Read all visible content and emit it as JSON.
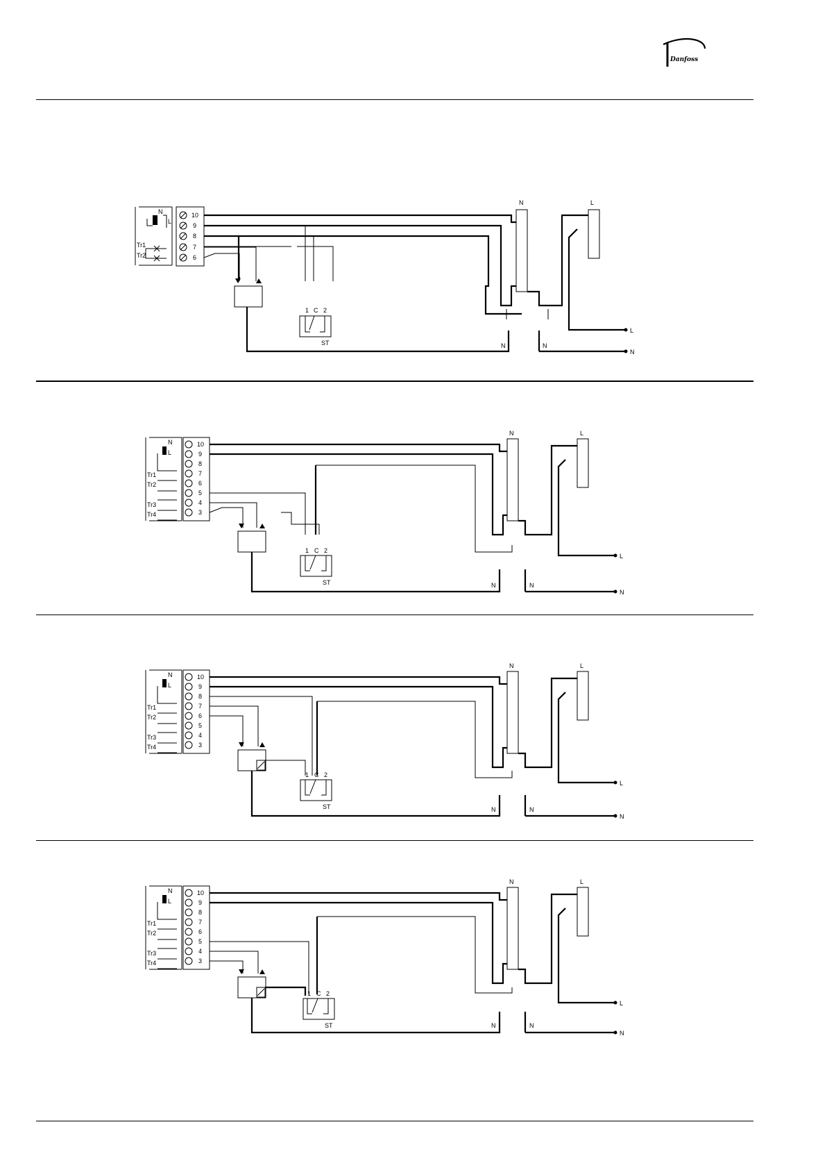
{
  "brand": {
    "logo_text": "Danfoss"
  },
  "diagram_1": {
    "side_labels": [
      "N",
      "L",
      "Tr1",
      "Tr2"
    ],
    "terminals": [
      "10",
      "9",
      "8",
      "7",
      "6"
    ],
    "bus_n_label": "N",
    "bus_l_label": "L",
    "switch_pins": [
      "1",
      "C",
      "2"
    ],
    "switch_label": "ST",
    "neutral_tag": "N",
    "neutral_tag_2": "N",
    "supply_l": "L",
    "supply_n": "N"
  },
  "diagram_2": {
    "side_labels": [
      "N",
      "L",
      "Tr1",
      "Tr2",
      "Tr3",
      "Tr4"
    ],
    "terminals": [
      "10",
      "9",
      "8",
      "7",
      "6",
      "5",
      "4",
      "3"
    ],
    "bus_n_label": "N",
    "bus_l_label": "L",
    "switch_pins": [
      "1",
      "C",
      "2"
    ],
    "switch_label": "ST",
    "neutral_tag": "N",
    "neutral_tag_2": "N",
    "supply_l": "L",
    "supply_n": "N"
  },
  "diagram_3": {
    "side_labels": [
      "N",
      "L",
      "Tr1",
      "Tr2",
      "Tr3",
      "Tr4"
    ],
    "terminals": [
      "10",
      "9",
      "8",
      "7",
      "6",
      "5",
      "4",
      "3"
    ],
    "bus_n_label": "N",
    "bus_l_label": "L",
    "switch_pins": [
      "1",
      "C",
      "2"
    ],
    "switch_label": "ST",
    "neutral_tag": "N",
    "neutral_tag_2": "N",
    "supply_l": "L",
    "supply_n": "N"
  },
  "diagram_4": {
    "side_labels": [
      "N",
      "L",
      "Tr1",
      "Tr2",
      "Tr3",
      "Tr4"
    ],
    "terminals": [
      "10",
      "9",
      "8",
      "7",
      "6",
      "5",
      "4",
      "3"
    ],
    "bus_n_label": "N",
    "bus_l_label": "L",
    "switch_pins": [
      "1",
      "C",
      "2"
    ],
    "switch_label": "ST",
    "neutral_tag": "N",
    "neutral_tag_2": "N",
    "supply_l": "L",
    "supply_n": "N"
  }
}
